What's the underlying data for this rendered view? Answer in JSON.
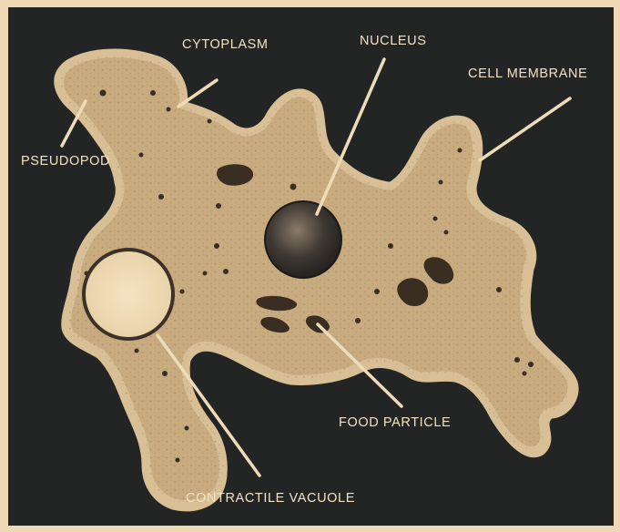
{
  "labels": {
    "cytoplasm": "CYTOPLASM",
    "nucleus": "NUCLEUS",
    "cell_membrane": "CELL MEMBRANE",
    "pseudopod": "PSEUDOPOD",
    "food_particle": "FOOD PARTICLE",
    "contractile_vacuole": "CONTRACTILE VACUOLE"
  },
  "colors": {
    "frame": "#efd9b4",
    "background": "#232524",
    "cell_body": "#e6ceA4",
    "membrane_edge": "#c8ab7f",
    "stipple": "#8b7558",
    "nucleus_dark": "#2d2a27",
    "vacuole": "#f1deb8",
    "label_text": "#f3e2c2",
    "leader_line": "#eedbb8"
  }
}
